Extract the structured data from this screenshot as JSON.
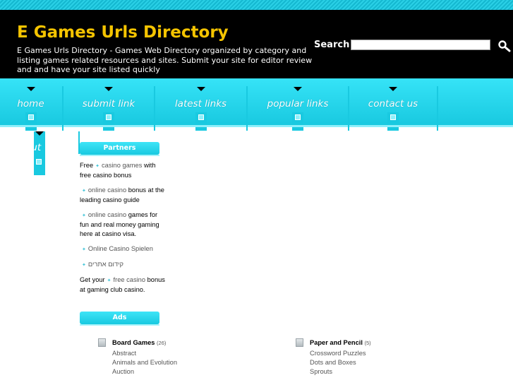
{
  "header": {
    "title": "E Games Urls Directory",
    "description": "E Games Urls Directory - Games Web Directory organized by category and listing games related resources and sites. Submit your site for editor review and and have your site listed quickly",
    "search_label": "Search",
    "search_value": ""
  },
  "nav": {
    "items": [
      {
        "label": "home"
      },
      {
        "label": "submit link"
      },
      {
        "label": "latest links"
      },
      {
        "label": "popular links"
      },
      {
        "label": "contact us"
      }
    ],
    "overflow_label": "out"
  },
  "partners": {
    "heading": "Partners",
    "p1": {
      "pre": "Free",
      "link": "casino games",
      "post": "with free casino bonus"
    },
    "p2": {
      "link": "online casino",
      "post": "bonus at the leading casino guide"
    },
    "p3": {
      "link": "online casino",
      "post": "games for fun and real money gaming here at casino visa."
    },
    "p4": {
      "link": "Online Casino Spielen"
    },
    "p5": {
      "link": "קידום אתרים"
    },
    "p6": {
      "pre": "Get your",
      "link": "free casino",
      "post": "bonus at gaming club casino."
    }
  },
  "ads": {
    "heading": "Ads"
  },
  "categories": [
    {
      "title": "Board Games",
      "count": "(26)",
      "subs": [
        "Abstract",
        "Animals and Evolution",
        "Auction"
      ]
    },
    {
      "title": "Paper and Pencil",
      "count": "(5)",
      "subs": [
        "Crossword Puzzles",
        "Dots and Boxes",
        "Sprouts"
      ]
    }
  ],
  "colors": {
    "accent": "#19c9e0",
    "title": "#f5c400",
    "header_bg": "#000000"
  }
}
